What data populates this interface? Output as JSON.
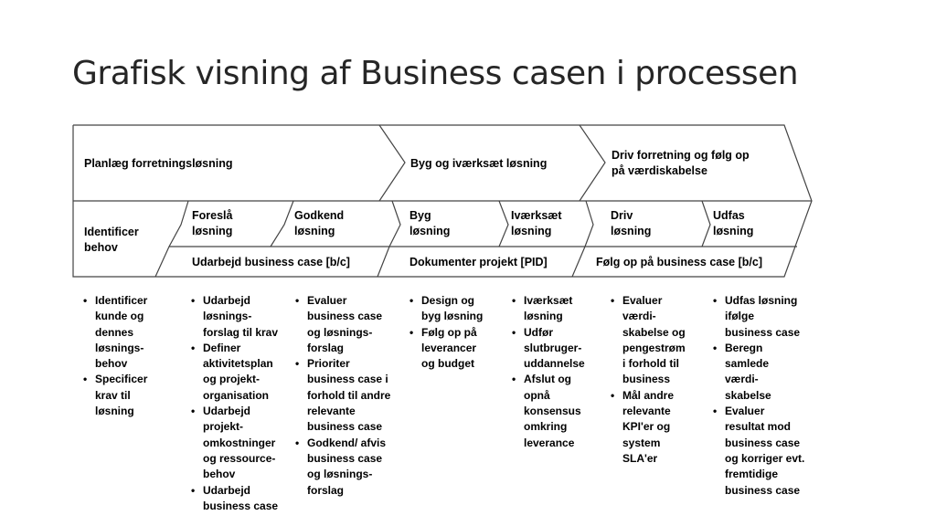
{
  "title": "Grafisk visning af Business casen i processen",
  "phases": [
    "Planlæg forretningsløsning",
    "Byg og iværksæt løsning",
    "Driv forretning og følg op\npå værdiskabelse"
  ],
  "steps": [
    "Identificer\nbehov",
    "Foreslå\nløsning",
    "Godkend\nløsning",
    "Byg\nløsning",
    "Iværksæt\nløsning",
    "Driv\nløsning",
    "Udfas\nløsning"
  ],
  "deliverables": [
    "Udarbejd business case [b/c]",
    "Dokumenter projekt [PID]",
    "Følg op på business case [b/c]"
  ],
  "activities": [
    [
      "Identificer\nkunde og\ndennes\nløsnings-\nbehov",
      "Specificer\nkrav til\nløsning"
    ],
    [
      "Udarbejd\nløsnings-\nforslag til krav",
      "Definer\naktivitetsplan\nog projekt-\norganisation",
      "Udarbejd\nprojekt-\nomkostninger\nog ressource-\nbehov",
      "Udarbejd\nbusiness case"
    ],
    [
      "Evaluer\nbusiness case\nog løsnings-\nforslag",
      "Prioriter\nbusiness case i\nforhold til andre\nrelevante\nbusiness case",
      "Godkend/ afvis\nbusiness case\nog løsnings-\nforslag"
    ],
    [
      "Design og\nbyg løsning",
      "Følg op på\nleverancer\nog budget"
    ],
    [
      "Iværksæt\nløsning",
      "Udfør\nslutbruger-\nuddannelse",
      "Afslut og\nopnå\nkonsensus\nomkring\nleverance"
    ],
    [
      "Evaluer\nværdi-\nskabelse og\npengestrøm\ni forhold til\nbusiness",
      "Mål andre\nrelevante\nKPI'er og\nsystem\nSLA'er"
    ],
    [
      "Udfas løsning\nifølge\nbusiness case",
      "Beregn\nsamlede\nværdi-\nskabelse",
      "Evaluer\nresultat mod\nbusiness case\nog korriger evt.\nfremtidige\nbusiness case"
    ]
  ]
}
